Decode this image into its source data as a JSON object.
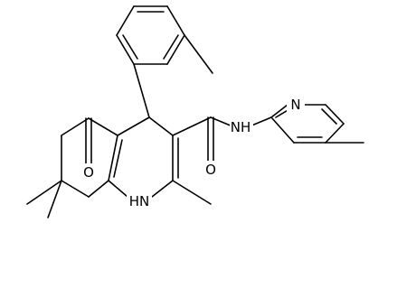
{
  "atom_labels": {
    "oxygen_carbonyl_ring": "O",
    "oxygen_amide": "O",
    "nitrogen_amide": "NH",
    "nitrogen_ring": "HN",
    "nitrogen_pyridine": "N"
  },
  "colors": {
    "bond": "#000000",
    "label": "#000000",
    "background": "#ffffff"
  }
}
